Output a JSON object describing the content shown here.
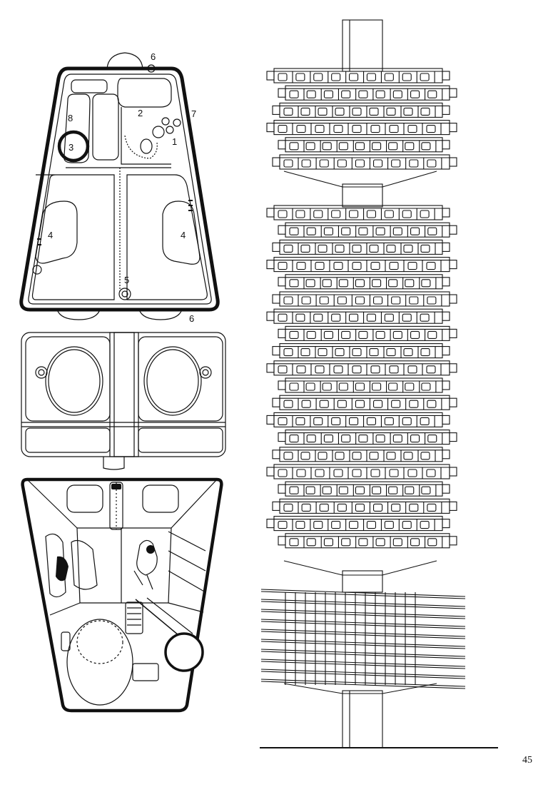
{
  "plan_labels": {
    "l2": "2",
    "l3": "3",
    "l4a": "4",
    "l4b": "4",
    "l5": "5",
    "l6a": "6",
    "l6b": "6",
    "l7": "7",
    "l8": "8",
    "l1": "1"
  },
  "page_number": "45",
  "colors": {
    "ink": "#111111",
    "paper": "#ffffff"
  }
}
